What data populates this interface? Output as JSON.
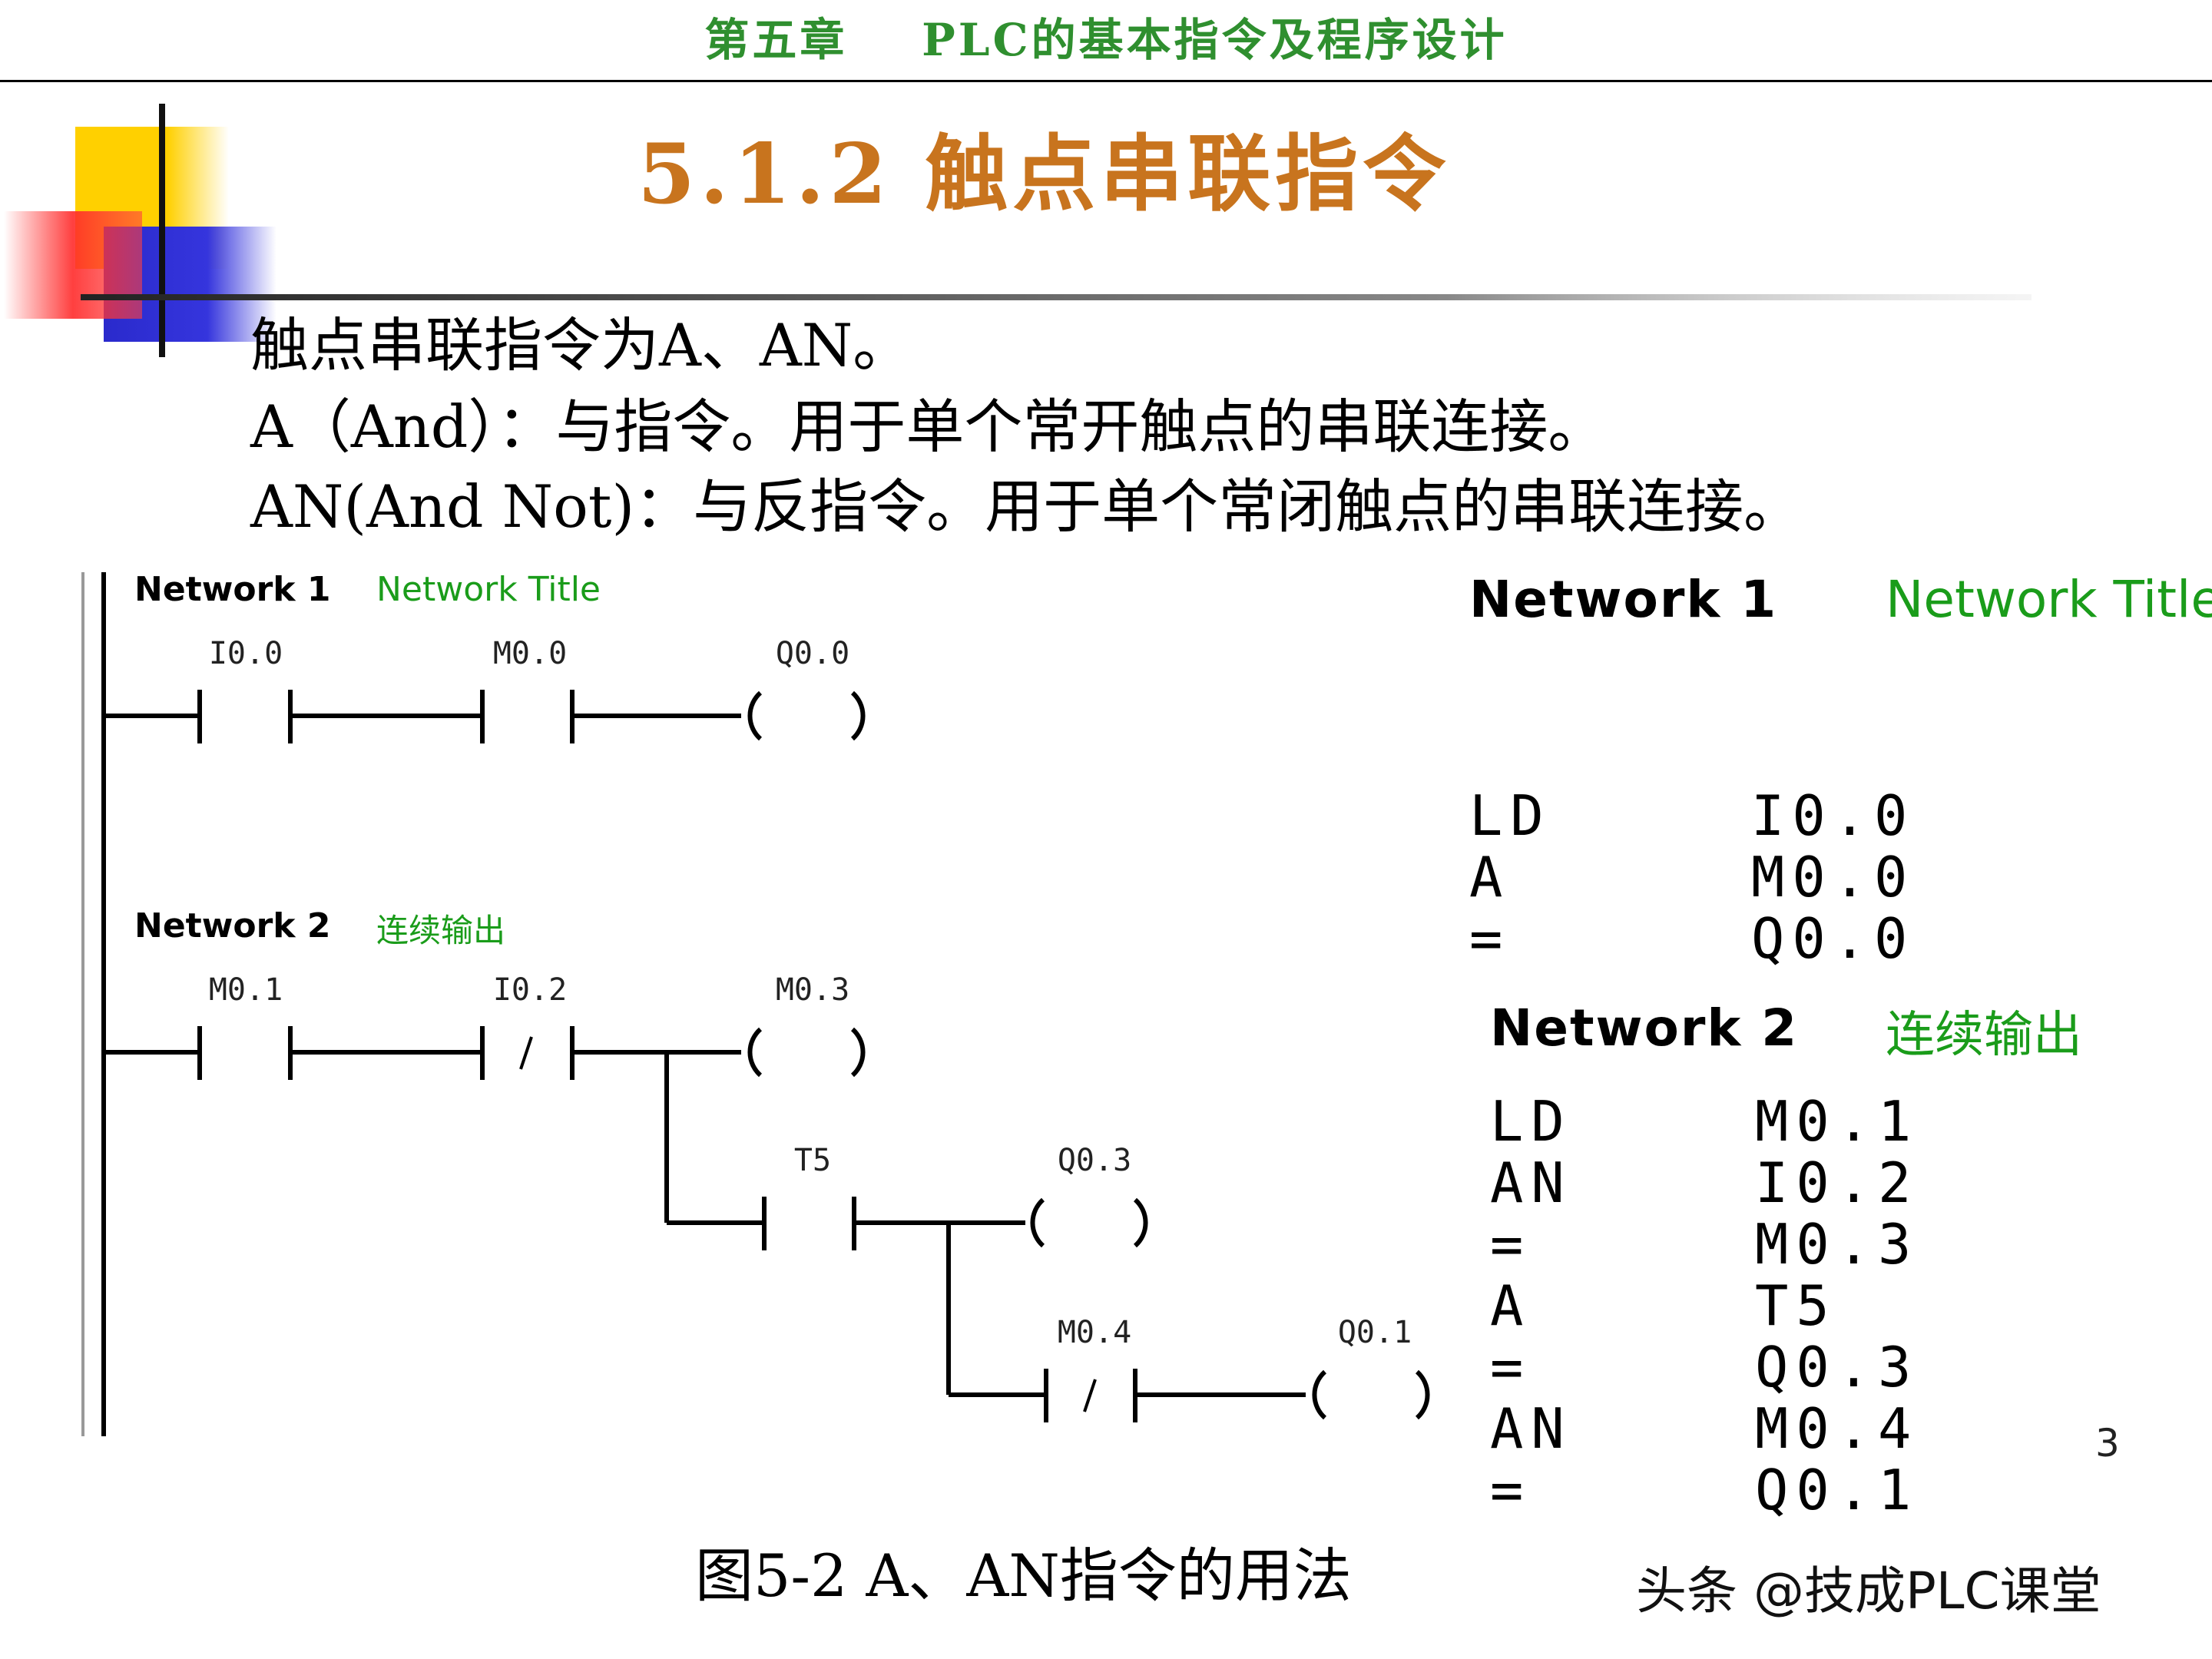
{
  "header": {
    "chapter": "第五章",
    "subject": "PLC的基本指令及程序设计"
  },
  "section_title": "5.1.2   触点串联指令",
  "body": {
    "line1": "触点串联指令为A、AN。",
    "line2": "A（And）：与指令。用于单个常开触点的串联连接。",
    "line3": "AN(And Not)：与反指令。用于单个常闭触点的串联连接。"
  },
  "ladder": {
    "network1": {
      "header": "Network 1",
      "comment": "Network Title",
      "contacts": [
        "I0.0",
        "M0.0"
      ],
      "coil": "Q0.0"
    },
    "network2": {
      "header": "Network 2",
      "comment": "连续输出",
      "contacts": [
        "M0.1",
        "I0.2"
      ],
      "coil": "M0.3",
      "branch1_contact": "T5",
      "branch1_coil": "Q0.3",
      "branch2_contact": "M0.4",
      "branch2_coil": "Q0.1"
    }
  },
  "stl": {
    "network1": {
      "header": "Network 1",
      "comment": "Network Title",
      "rows": [
        {
          "op": "LD",
          "arg": "I0.0"
        },
        {
          "op": "A",
          "arg": "M0.0"
        },
        {
          "op": "=",
          "arg": "Q0.0"
        }
      ]
    },
    "network2": {
      "header": "Network 2",
      "comment": "连续输出",
      "rows": [
        {
          "op": "LD",
          "arg": "M0.1"
        },
        {
          "op": "AN",
          "arg": "I0.2"
        },
        {
          "op": "=",
          "arg": "M0.3"
        },
        {
          "op": "A",
          "arg": "T5"
        },
        {
          "op": "=",
          "arg": "Q0.3"
        },
        {
          "op": "AN",
          "arg": "M0.4"
        },
        {
          "op": "=",
          "arg": "Q0.1"
        }
      ]
    }
  },
  "figure_caption": "图5-2    A、AN指令的用法",
  "watermark": "头条 @技成PLC课堂",
  "page_number": "3",
  "colors": {
    "header_green": "#2f8f2f",
    "title_orange": "#c8741e",
    "comment_green": "#1a9c1a"
  }
}
